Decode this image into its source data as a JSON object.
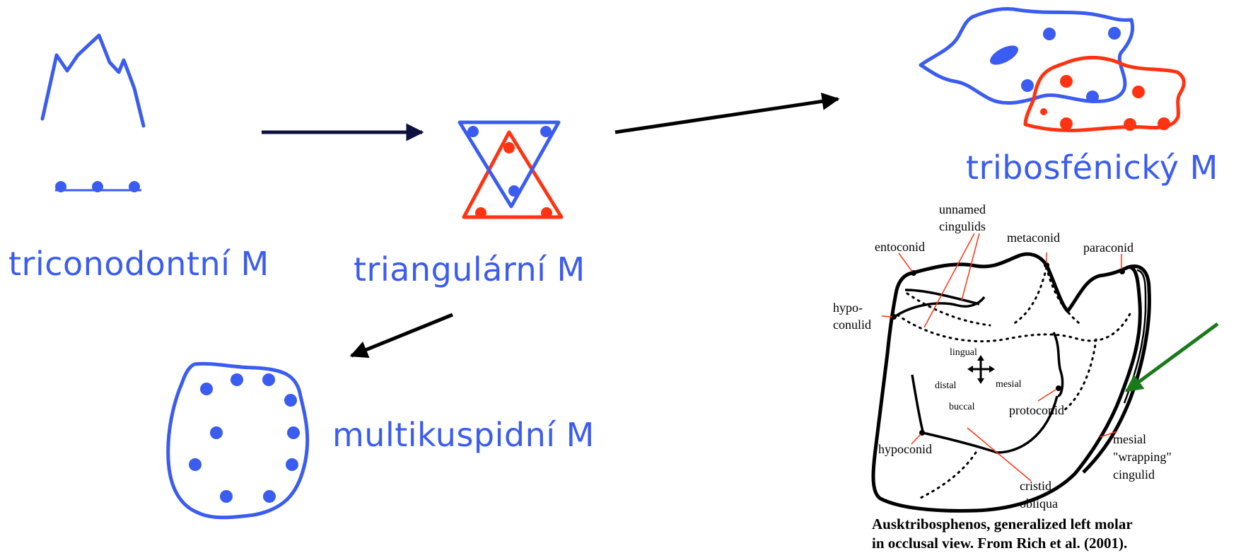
{
  "labels": {
    "triconodont": "triconodontní M",
    "triangular": "triangulární M",
    "multicuspid": "multikuspidní M",
    "tribosphenic": "tribosfénický M"
  },
  "figure": {
    "parts": {
      "unnamed": "unnamed",
      "cingulids": "cingulids",
      "entoconid": "entoconid",
      "metaconid": "metaconid",
      "paraconid": "paraconid",
      "hypo": "hypo-",
      "conulid": "conulid",
      "lingual": "lingual",
      "distal": "distal",
      "mesial": "mesial",
      "buccal": "buccal",
      "protoconid": "protoconid",
      "hypoconid": "hypoconid",
      "mesial2": "mesial",
      "wrapping": "\"wrapping\"",
      "cingulid": "cingulid",
      "cristid": "cristid",
      "obliqua": "obliqua"
    },
    "caption_line1": "Ausktribosphenos, generalized left molar",
    "caption_line2": "in occlusal view. From Rich et al. (2001)."
  },
  "colors": {
    "blue": "#3b5cf0",
    "red": "#ff3311",
    "navy": "#0d1140",
    "green": "#1a7a1a",
    "black": "#000000"
  }
}
